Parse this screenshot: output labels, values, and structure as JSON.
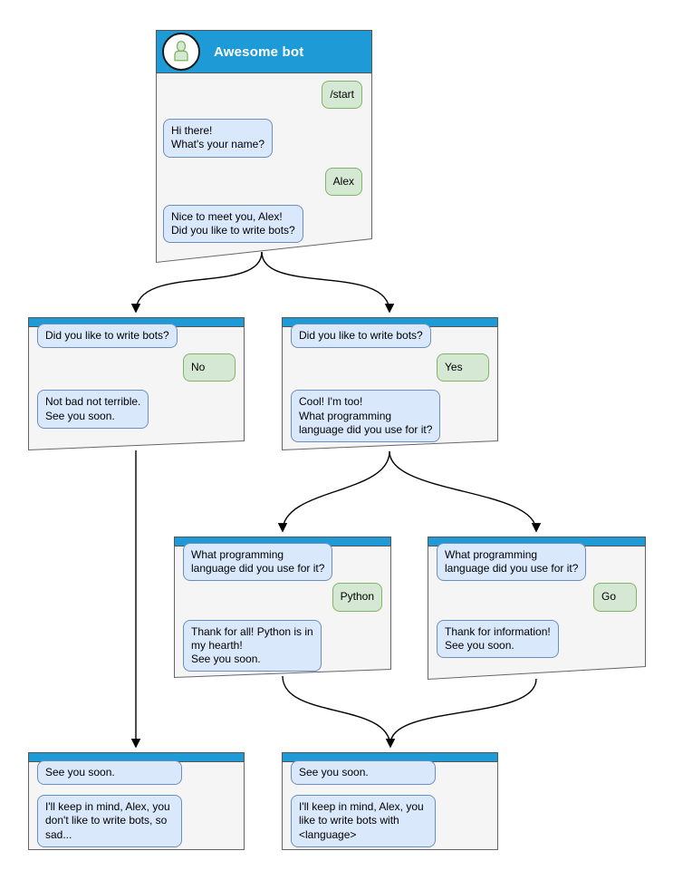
{
  "colors": {
    "accent": "#1e9bd7",
    "window_bg": "#f5f5f5",
    "window_border": "#666666",
    "bot_bubble_bg": "#dae8fc",
    "bot_bubble_border": "#6c8ebf",
    "user_bubble_bg": "#d5e8d4",
    "user_bubble_border": "#82b366",
    "arrow": "#000000"
  },
  "main": {
    "title": "Awesome bot",
    "avatar_icon": "person-icon",
    "start_command": "/start",
    "greeting": "Hi there!\nWhat's your name?",
    "name_answer": "Alex",
    "ask_bots": "Nice to meet you, Alex!\nDid you like to write bots?"
  },
  "branch_no": {
    "question": "Did you like to write bots?",
    "answer": "No",
    "reply": "Not bad not terrible.\nSee you soon."
  },
  "branch_yes": {
    "question": "Did you like to write bots?",
    "answer": "Yes",
    "reply": "Cool! I'm too!\nWhat programming\nlanguage did you use for it?"
  },
  "branch_python": {
    "question": "What programming\nlanguage did you use for it?",
    "answer": "Python",
    "reply": "Thank for all! Python is in\nmy hearth!\nSee you soon."
  },
  "branch_go": {
    "question": "What programming\nlanguage did you use for it?",
    "answer": "Go",
    "reply": "Thank for information!\nSee you soon."
  },
  "end_no": {
    "question": "See you soon.",
    "reply": "I'll keep in mind, Alex, you\ndon't like to write bots, so\nsad..."
  },
  "end_yes": {
    "question": "See you soon.",
    "reply": "I'll keep in mind, Alex, you\nlike to write bots with\n<language>"
  }
}
